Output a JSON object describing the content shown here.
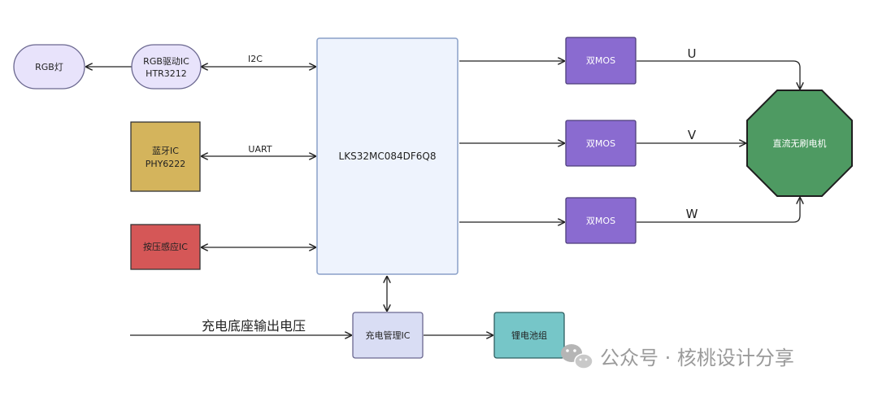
{
  "nodes": {
    "rgb_lamp": "RGB灯",
    "rgb_driver": [
      "RGB驱动IC",
      "HTR3212"
    ],
    "bluetooth": [
      "蓝牙IC",
      "PHY6222"
    ],
    "pressure": "按压感应IC",
    "mcu": "LKS32MC084DF6Q8",
    "mos_u": "双MOS",
    "mos_v": "双MOS",
    "mos_w": "双MOS",
    "motor": "直流无刷电机",
    "charger": "充电管理IC",
    "battery": "锂电池组"
  },
  "edges": {
    "i2c": "I2C",
    "uart": "UART",
    "phase_u": "U",
    "phase_v": "V",
    "phase_w": "W",
    "charge_input": "充电底座输出电压"
  },
  "watermark": "公众号 · 核桃设计分享",
  "colors": {
    "lavender_fill": "#e8e3fb",
    "lavender_stroke": "#6b6890",
    "bluetooth_fill": "#d4b45c",
    "pressure_fill": "#d55757",
    "mcu_fill": "#eef3fd",
    "mcu_stroke": "#8aa0c8",
    "mos_fill": "#8a6bd0",
    "motor_fill": "#4e9a62",
    "charger_fill": "#d9ddf4",
    "battery_fill": "#76c6c8"
  }
}
